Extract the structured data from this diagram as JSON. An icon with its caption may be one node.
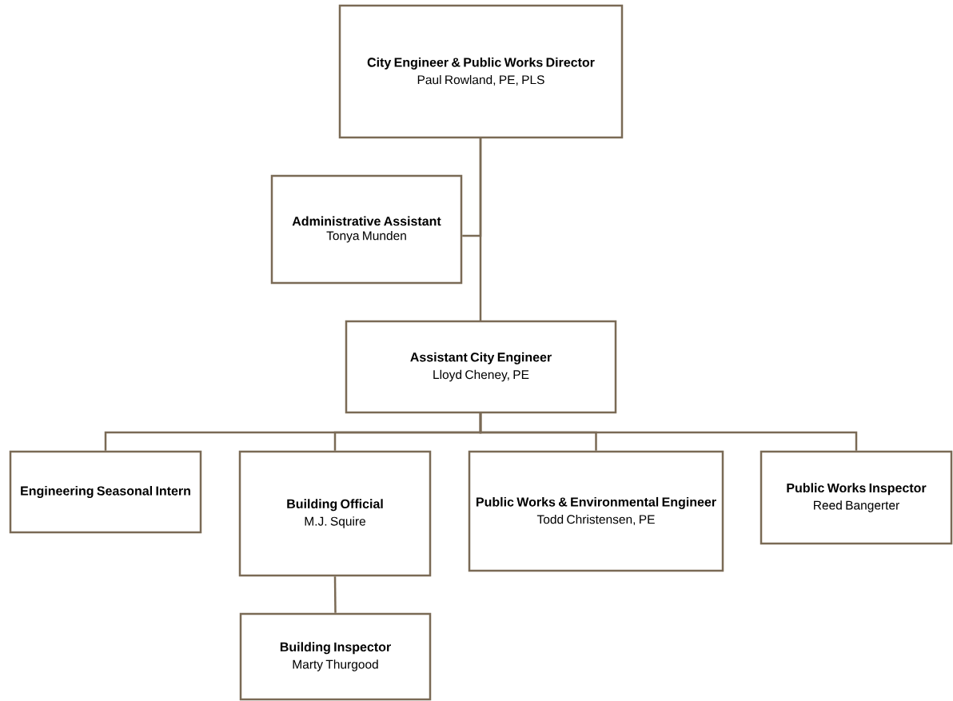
{
  "diagram": {
    "nodes": [
      {
        "text": [
          "City Engineer & Public Works Director",
          "Paul Rowland, PE, PLS"
        ]
      },
      {
        "text": [
          "Administrative Assistant",
          "Tonya Munden"
        ]
      },
      {
        "text": [
          "Assistant City Engineer",
          "Lloyd Cheney, PE"
        ]
      },
      {
        "text": [
          "Engineering Seasonal Intern"
        ]
      },
      {
        "text": [
          "Building Official",
          "M.J. Squire"
        ]
      },
      {
        "text": [
          "Public Works & Environmental Engineer",
          "Todd Christensen, PE"
        ]
      },
      {
        "text": [
          "Public Works Inspector",
          "Reed Bangerter"
        ]
      },
      {
        "text": [
          "Building Inspector",
          "Marty Thurgood"
        ]
      }
    ],
    "edges": [
      {
        "from": 0,
        "to": 1,
        "arrow": "none"
      },
      {
        "from": 0,
        "to": 2,
        "arrow": "none"
      },
      {
        "from": 2,
        "to": 3,
        "arrow": "none"
      },
      {
        "from": 2,
        "to": 4,
        "arrow": "none"
      },
      {
        "from": 2,
        "to": 5,
        "arrow": "none"
      },
      {
        "from": 2,
        "to": 6,
        "arrow": "none"
      },
      {
        "from": 4,
        "to": 7,
        "arrow": "none"
      }
    ]
  }
}
